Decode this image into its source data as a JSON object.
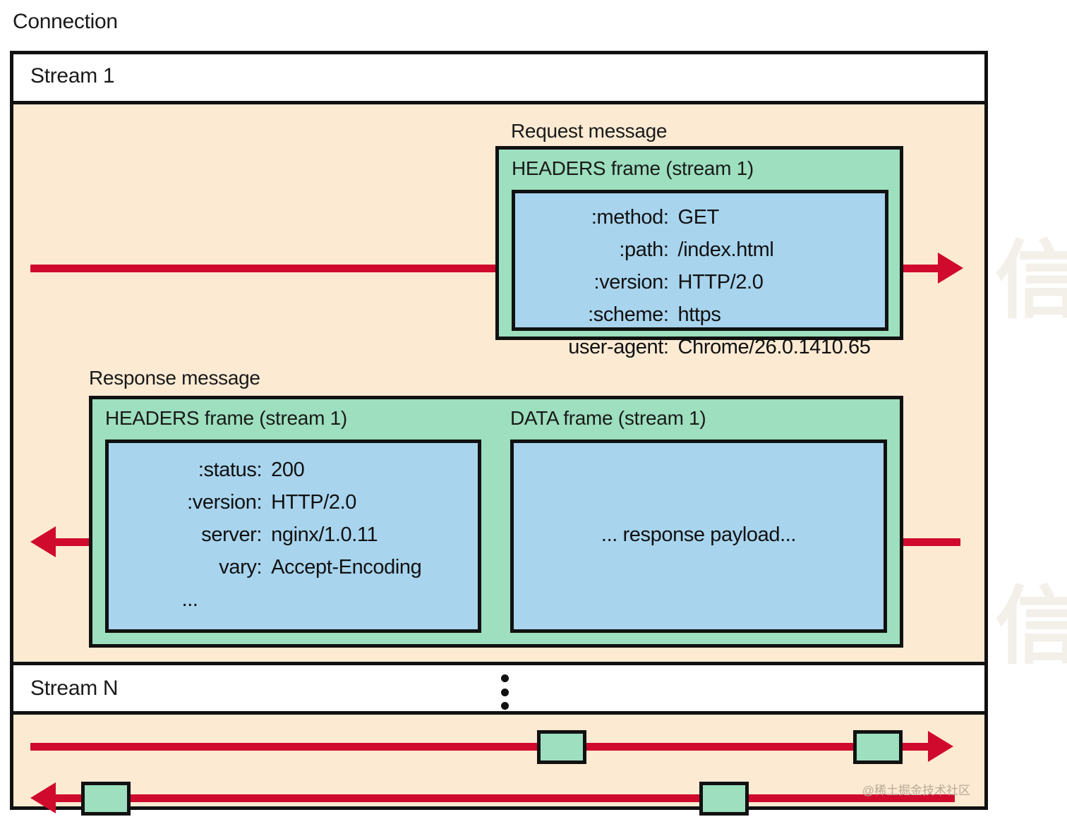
{
  "diagram": {
    "title": "Connection",
    "watermark": "@稀土掘金技术社区"
  },
  "streams": [
    {
      "label": "Stream 1",
      "messages": [
        {
          "label": "Request message",
          "frame_title": "HEADERS frame (stream 1)",
          "headers": [
            {
              "key": ":method:",
              "value": "GET"
            },
            {
              "key": ":path:",
              "value": "/index.html"
            },
            {
              "key": ":version:",
              "value": "HTTP/2.0"
            },
            {
              "key": ":scheme:",
              "value": "https"
            },
            {
              "key": "user-agent:",
              "value": "Chrome/26.0.1410.65"
            }
          ]
        },
        {
          "label": "Response message",
          "frames": [
            {
              "frame_title": "HEADERS frame (stream 1)",
              "headers": [
                {
                  "key": ":status:",
                  "value": "200"
                },
                {
                  "key": ":version:",
                  "value": "HTTP/2.0"
                },
                {
                  "key": "server:",
                  "value": "nginx/1.0.11"
                },
                {
                  "key": "vary:",
                  "value": "Accept-Encoding"
                }
              ],
              "ellipsis": "..."
            },
            {
              "frame_title": "DATA frame (stream 1)",
              "payload": "... response payload..."
            }
          ]
        }
      ]
    },
    {
      "label": "Stream N"
    }
  ],
  "colors": {
    "beige": "#fcead3",
    "green": "#9ddfbe",
    "blue": "#a8d4ee",
    "red": "#cf0a2c",
    "black": "#111111"
  }
}
